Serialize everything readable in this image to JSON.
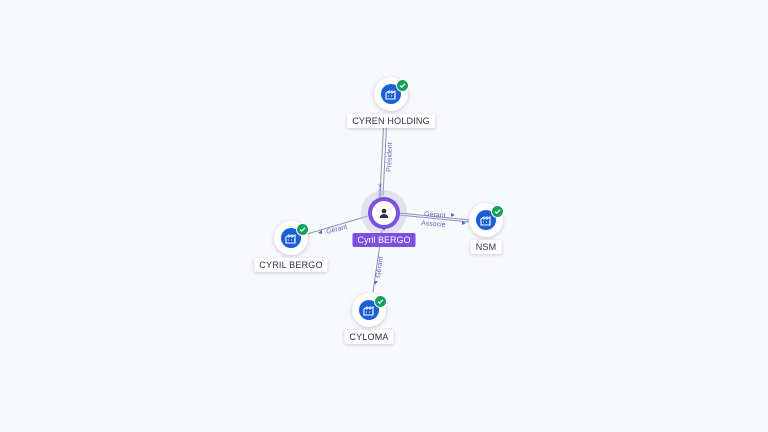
{
  "diagram": {
    "nodes": [
      {
        "id": "cyril_bergo_person",
        "label": "Cyril BERGO",
        "kind": "person",
        "color": "#7b4fe0"
      },
      {
        "id": "cyren_holding",
        "label": "CYREN HOLDING",
        "kind": "company",
        "verified": true
      },
      {
        "id": "nsm",
        "label": "NSM",
        "kind": "company",
        "verified": true
      },
      {
        "id": "cyril_bergo_company",
        "label": "CYRIL BERGO",
        "kind": "company",
        "verified": true
      },
      {
        "id": "cyloma",
        "label": "CYLOMA",
        "kind": "company",
        "verified": true
      }
    ],
    "edges": [
      {
        "from": "cyril_bergo_person",
        "to": "cyren_holding",
        "labels": [
          "Président",
          "Associé"
        ]
      },
      {
        "from": "cyril_bergo_person",
        "to": "nsm",
        "labels": [
          "Gérant",
          "Associé"
        ]
      },
      {
        "from": "cyril_bergo_person",
        "to": "cyril_bergo_company",
        "labels": [
          "Gérant"
        ]
      },
      {
        "from": "cyril_bergo_person",
        "to": "cyloma",
        "labels": [
          "Gérant"
        ]
      }
    ]
  },
  "colors": {
    "person": "#7b4fe0",
    "company": "#1b5fd6",
    "verified": "#16a05a",
    "edge": "#8a93b8",
    "edge_label": "#6a5fc9"
  },
  "icons": {
    "person": "person-icon",
    "company": "building-icon",
    "verified": "checkmark-icon"
  }
}
